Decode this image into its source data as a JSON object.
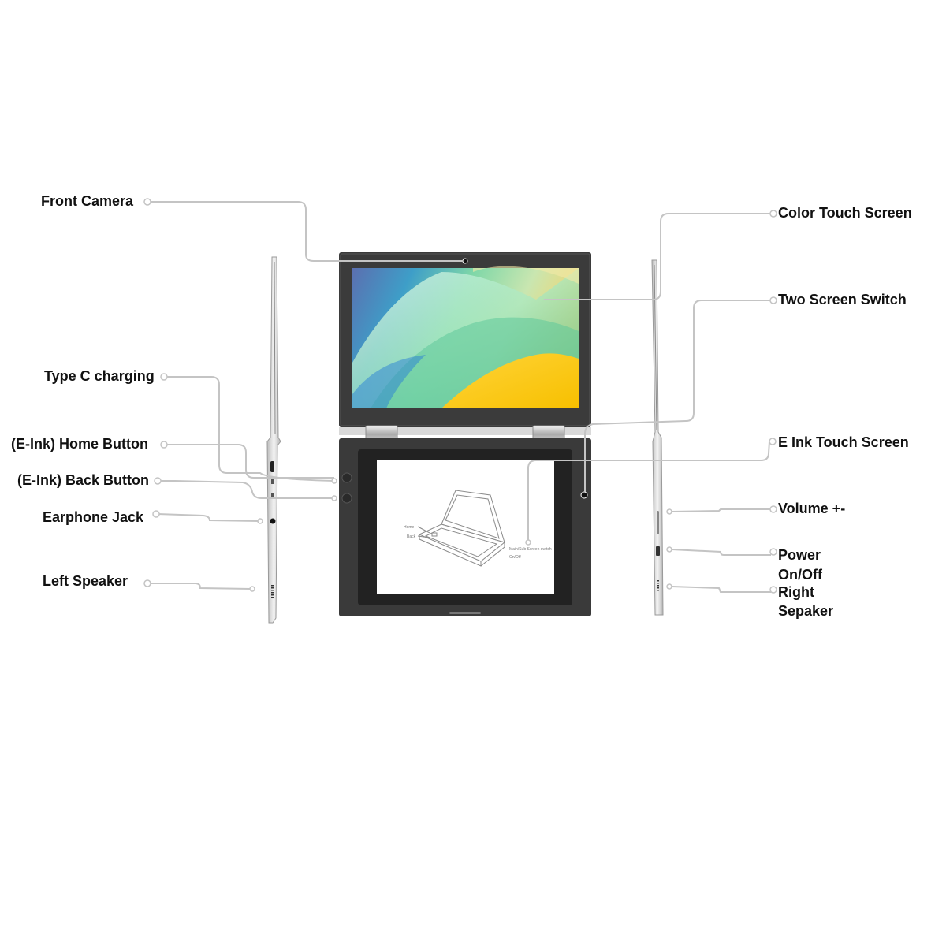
{
  "callouts": {
    "front_camera": "Front Camera",
    "type_c_charging": "Type C charging",
    "eink_home_button": "(E-Ink) Home Button",
    "eink_back_button": "(E-Ink) Back Button",
    "earphone_jack": "Earphone Jack",
    "left_speaker": "Left Speaker",
    "color_touch_screen": "Color Touch Screen",
    "two_screen_switch": "Two Screen Switch",
    "eink_touch_screen": "E Ink Touch Screen",
    "volume": "Volume +-",
    "power_line1": "Power",
    "power_line2": "On/Off",
    "right_speaker_line1": "Right",
    "right_speaker_line2": "Sepaker"
  },
  "eink_screen_sketch": {
    "home_label": "Home",
    "back_label": "Back",
    "switch_label": "Main/Sub Screen switch",
    "power_label": "On/Off"
  },
  "colors": {
    "device_body": "#3a3a3a",
    "leader_line": "#c4c4c4",
    "side_profile": "#d6d6d6"
  }
}
